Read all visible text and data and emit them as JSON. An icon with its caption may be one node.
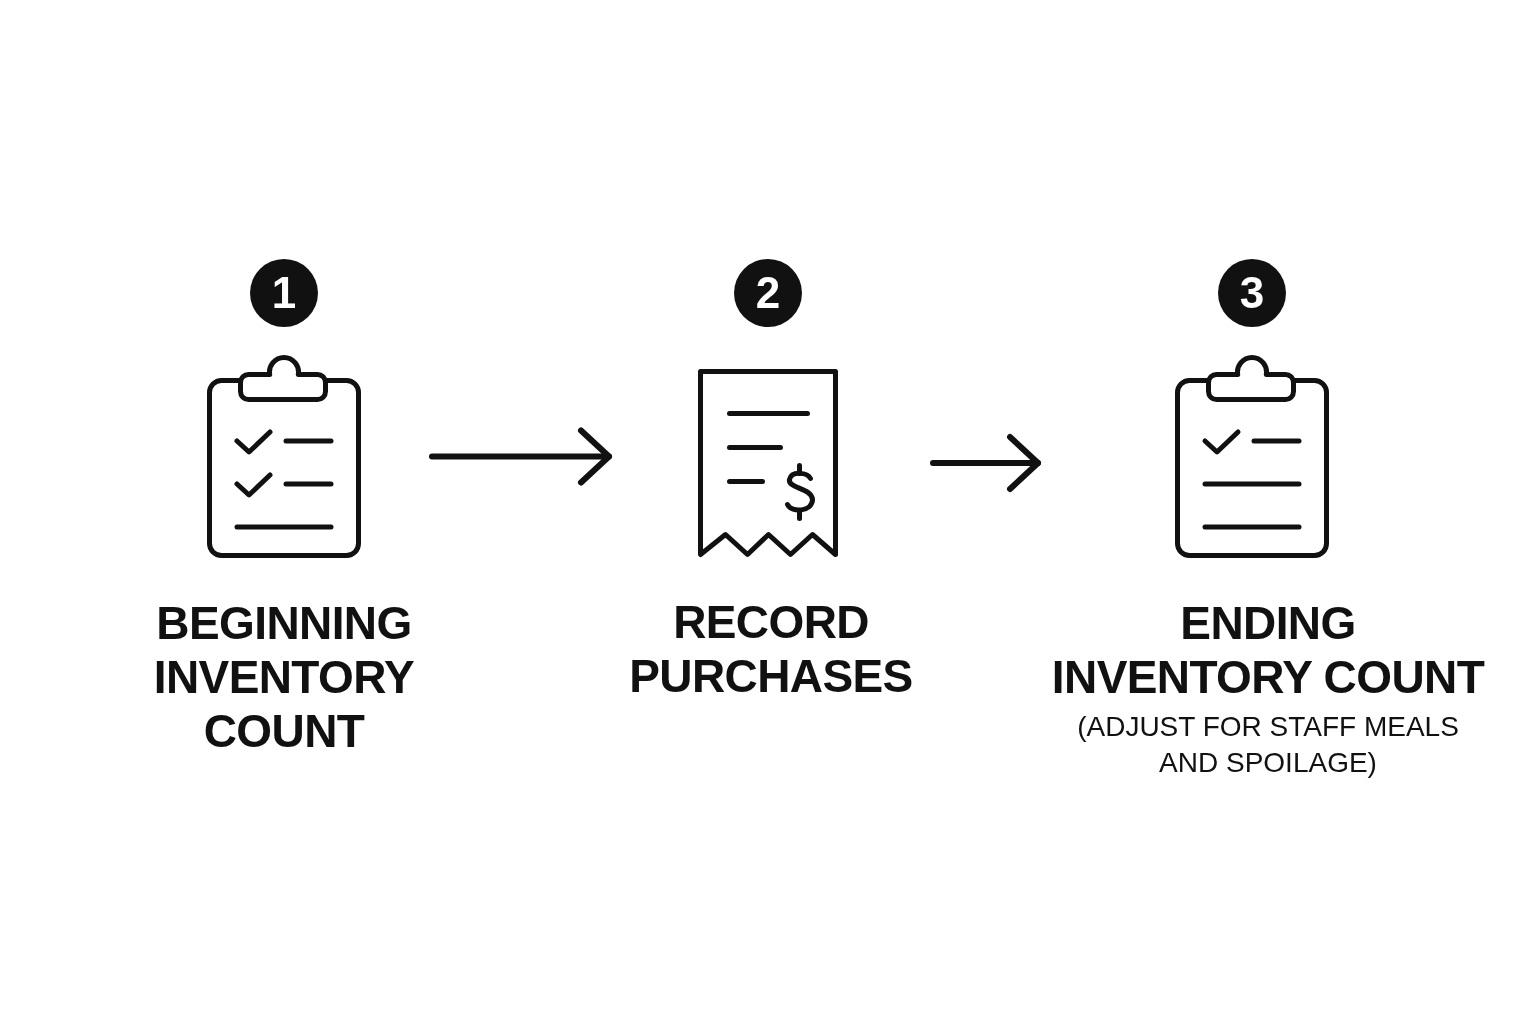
{
  "diagram": {
    "nodes": [
      {
        "text": [
          "1",
          "BEGINNING INVENTORY COUNT"
        ]
      },
      {
        "text": [
          "2",
          "RECORD PURCHASES"
        ]
      },
      {
        "text": [
          "3",
          "ENDING INVENTORY COUNT",
          "(ADJUST FOR STAFF MEALS AND SPOILAGE)"
        ]
      }
    ],
    "edges": [
      {
        "from": 0,
        "to": 1,
        "arrow": "to"
      },
      {
        "from": 1,
        "to": 2,
        "arrow": "to"
      }
    ]
  }
}
